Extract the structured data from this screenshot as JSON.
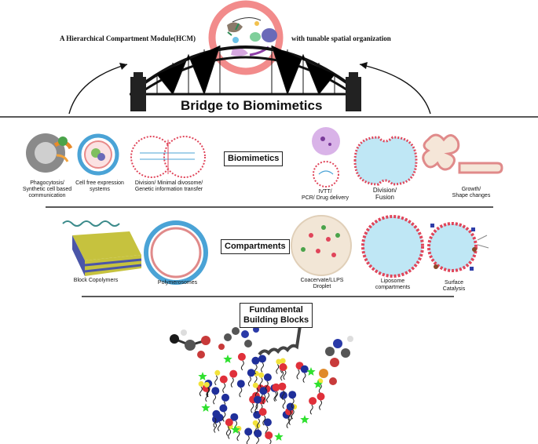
{
  "top": {
    "left_caption": "A Hierarchical Compartment Module(HCM)",
    "right_caption": "with tunable spatial organization",
    "bridge_title": "Bridge to Biomimetics"
  },
  "sections": {
    "biomimetics": "Biomimetics",
    "compartments": "Compartments",
    "building_blocks": "Fundamental\nBuilding Blocks"
  },
  "biomimetics_items": {
    "phagocytosis": "Phagocytosis/\nSynthetic cell based\ncommunication",
    "cell_free": "Cell free expression\nsystems",
    "division_minimal": "Division/ Minimal divosome/\nGenetic information transfer",
    "ivtt": "IVTT/\nPCR/ Drug delivery",
    "division_fusion": "Division/\nFusion",
    "growth": "Growth/\nShape changes"
  },
  "compartment_items": {
    "block_copolymers": "Block Copolymers",
    "polymerosomes": "Polymerosomes",
    "coacervate": "Coacervate/LLPS\nDroplet",
    "liposome": "Liposome\ncompartments",
    "surface_catalysis": "Surface\nCatalysis"
  },
  "colors": {
    "ring_pink": "#f08a8a",
    "polymer_blue": "#4aa3d6",
    "lipid_red": "#e0455a",
    "fill_blue": "#bfe7f5"
  }
}
